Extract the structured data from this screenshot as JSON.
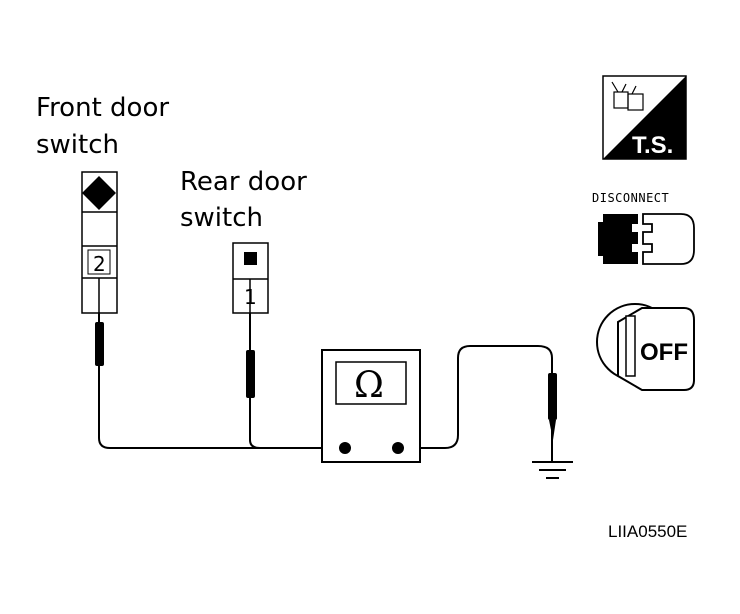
{
  "labels": {
    "front_door_line1": "Front door",
    "front_door_line2": "switch",
    "rear_door_line1": "Rear door",
    "rear_door_line2": "switch",
    "front_pin": "2",
    "rear_pin": "1",
    "ohm_symbol": "Ω",
    "figure_code": "LIIA0550E"
  },
  "icons": {
    "troubleshoot_text": "T.S.",
    "disconnect_text": "DISCONNECT",
    "ignition_text": "OFF"
  }
}
